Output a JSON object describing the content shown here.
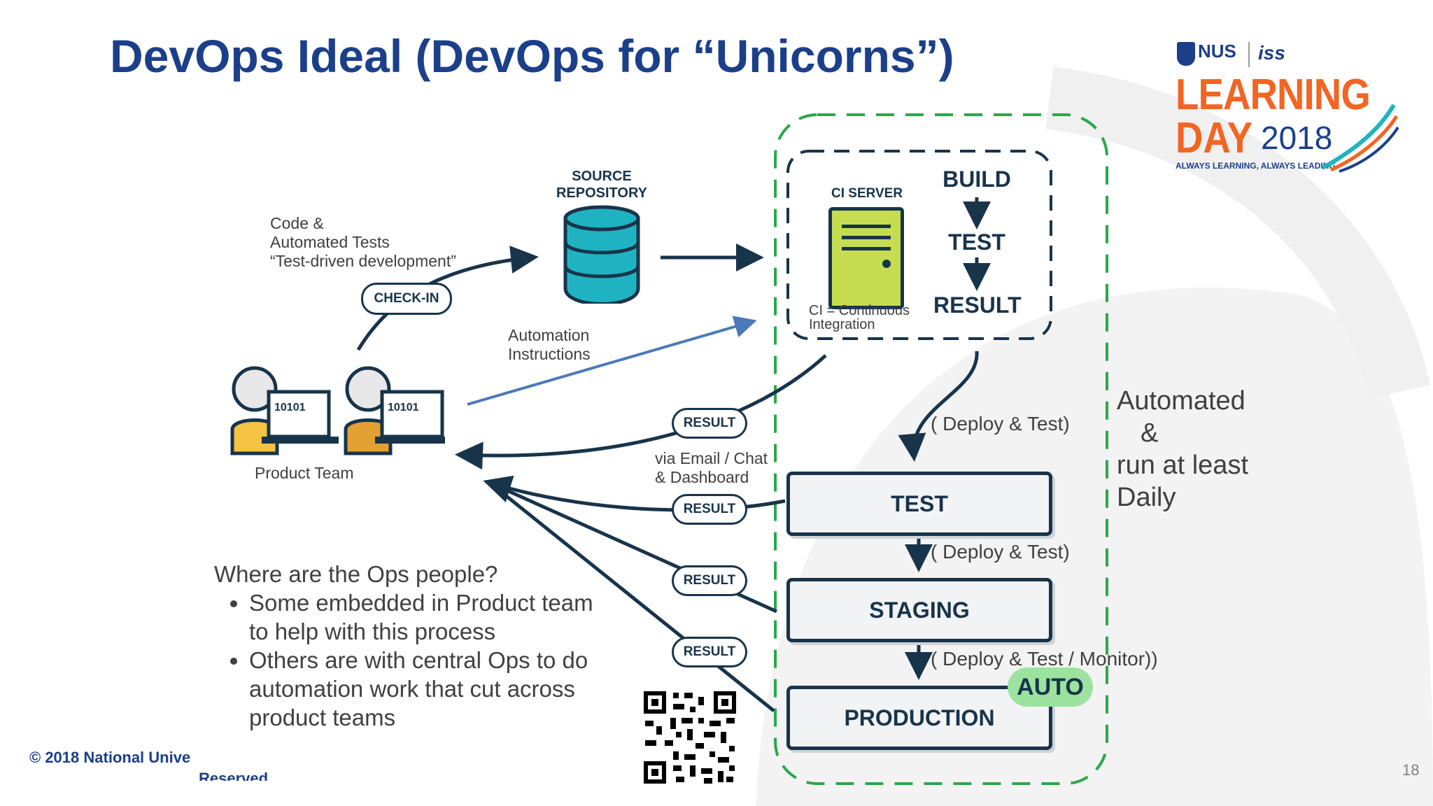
{
  "slide": {
    "title": "DevOps Ideal (DevOps for “Unicorns”)",
    "page_number": "18",
    "copyright": "© 2018 National Unive",
    "copyright_line2": "Reserved."
  },
  "logo": {
    "nus": "NUS",
    "iss": "iss",
    "learning": "LEARNING",
    "day": "DAY",
    "year": "2018",
    "tagline": "ALWAYS LEARNING, ALWAYS LEADING"
  },
  "diagram": {
    "source_repository": [
      "SOURCE",
      "REPOSITORY"
    ],
    "code_note": [
      "Code &",
      "Automated Tests",
      "“Test-driven development”"
    ],
    "check_in": "CHECK-IN",
    "automation_note": [
      "Automation",
      "Instructions"
    ],
    "product_team": "Product Team",
    "binary": "10101",
    "ci_server": "CI SERVER",
    "ci_note": [
      "CI = Continuous",
      "Integration"
    ],
    "build": "BUILD",
    "test_step": "TEST",
    "result_step": "RESULT",
    "deploy_test_1": "( Deploy & Test)",
    "deploy_test_2": "( Deploy & Test)",
    "deploy_test_3": "( Deploy & Test / Monitor))",
    "via_note": [
      "via Email / Chat",
      "& Dashboard"
    ],
    "result_pill": "RESULT",
    "stages": [
      "TEST",
      "STAGING",
      "PRODUCTION"
    ],
    "auto": "AUTO",
    "side_note": [
      "Automated",
      "&",
      "run at least",
      "Daily"
    ],
    "ops_question": "Where are the Ops people?",
    "ops_points": [
      "Some embedded in Product team to help with this process",
      "Others are with central Ops to do automation work that cut across product teams"
    ]
  },
  "colors": {
    "title": "#1c3f8a",
    "navy": "#18344b",
    "green_dash": "#2aa84a",
    "db": "#1fb3c2",
    "server": "#c6dd52",
    "auto": "#9be39e",
    "person_yellow": "#f5c342",
    "person_orange": "#e3a033",
    "logo_orange": "#f26522",
    "blue_arrow": "#4c79b9"
  }
}
